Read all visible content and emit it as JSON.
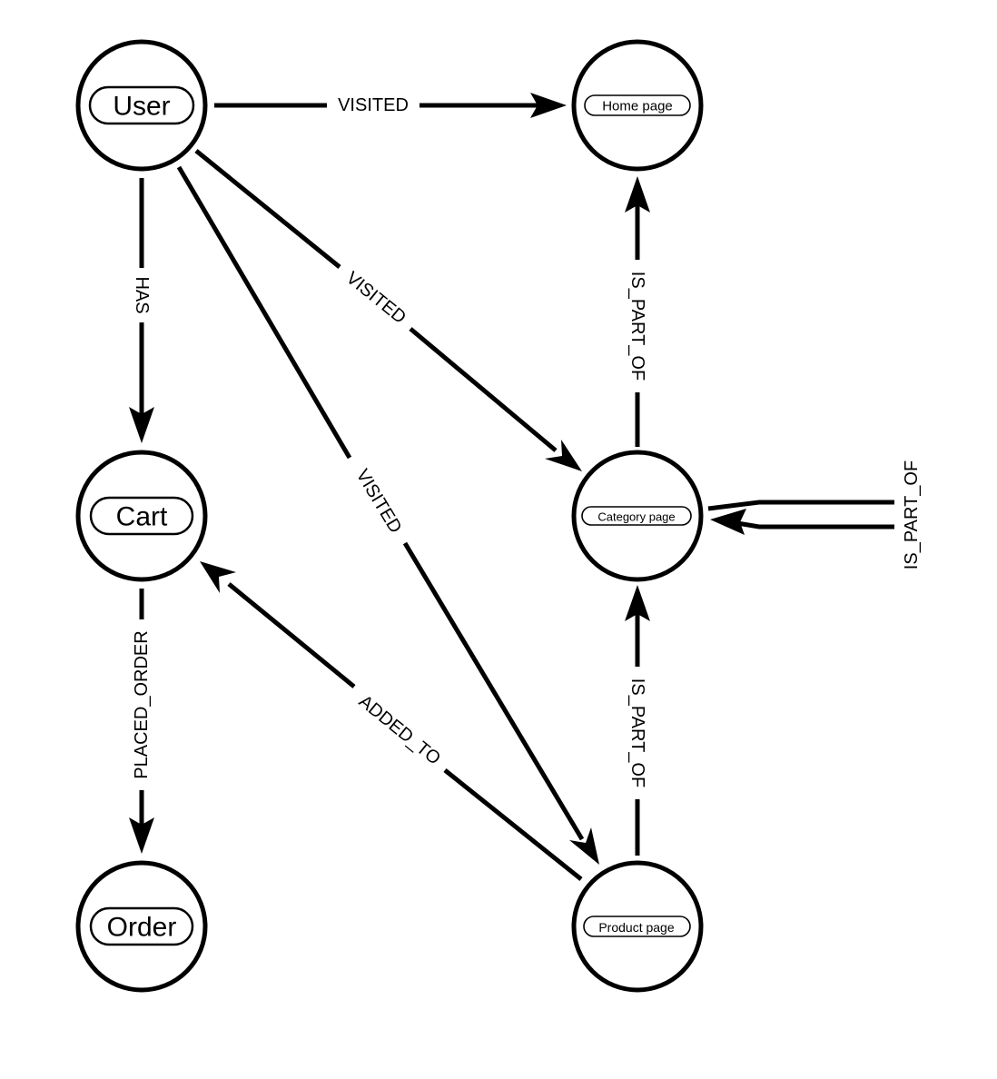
{
  "nodes": {
    "user": "User",
    "cart": "Cart",
    "order": "Order",
    "home": "Home page",
    "category": "Category page",
    "product": "Product page"
  },
  "edges": {
    "user_home": "VISITED",
    "user_category": "VISITED",
    "user_product": "VISITED",
    "user_cart": "HAS",
    "cart_order": "PLACED_ORDER",
    "product_cart": "ADDED_TO",
    "category_home": "IS_PART_OF",
    "product_category": "IS_PART_OF",
    "category_self": "IS_PART_OF"
  }
}
